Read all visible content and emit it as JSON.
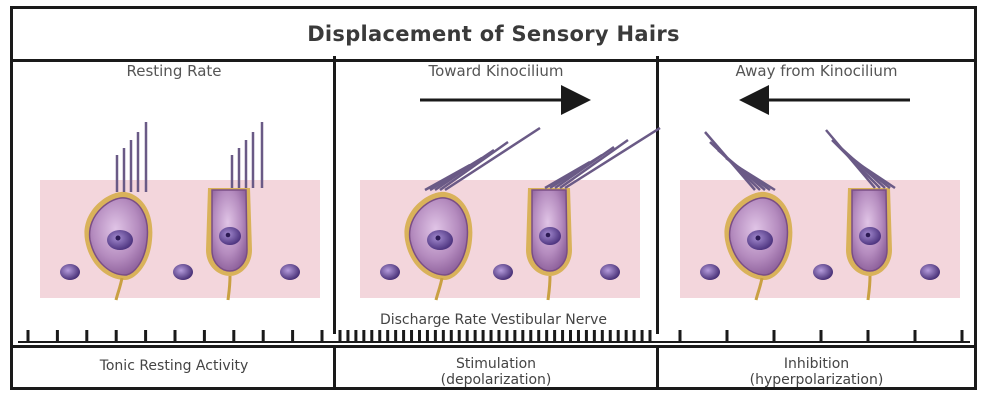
{
  "title": "Displacement of Sensory Hairs",
  "panels": [
    {
      "label": "Resting Rate",
      "bottom_label": "Tonic Resting Activity"
    },
    {
      "label": "Toward Kinocilium",
      "bottom_label": "Stimulation\n(depolarization)"
    },
    {
      "label": "Away from Kinocilium",
      "bottom_label": "Inhibition\n(hyperpolarization)"
    }
  ],
  "nerve_label": "Discharge Rate Vestibular Nerve",
  "colors": {
    "tissue": "#f3d6dc",
    "cell": "#b888c0",
    "cell_outline": "#7a4e86",
    "nucleus": "#6b4a9a",
    "support_cell": "#c9a86a",
    "border": "#1a1a1a"
  },
  "spike_counts": {
    "resting": 11,
    "stimulation": 40,
    "inhibition": 7
  }
}
